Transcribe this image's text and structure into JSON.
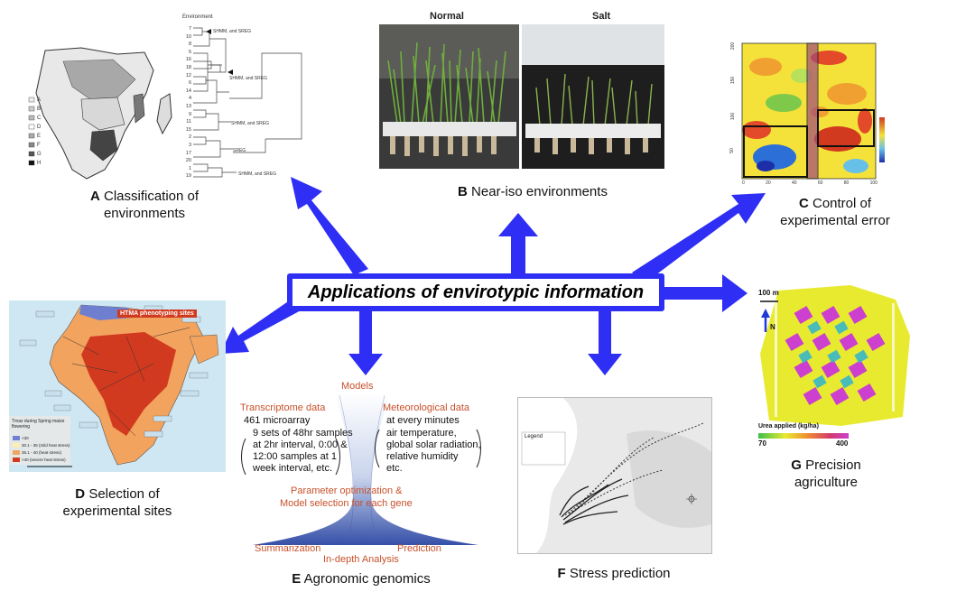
{
  "center": {
    "title": "Applications of envirotypic information"
  },
  "panels": {
    "A": {
      "letter": "A",
      "caption_line1": "Classification of",
      "caption_line2": "environments",
      "dendro_header": "Environment",
      "legend": [
        "A",
        "B",
        "C",
        "D",
        "E",
        "F",
        "G",
        "H"
      ],
      "leaf_labels": [
        "7",
        "10",
        "8",
        "5",
        "16",
        "18",
        "12",
        "6",
        "14",
        "4",
        "13",
        "9",
        "11",
        "15",
        "2",
        "3",
        "17",
        "20",
        "1",
        "19"
      ],
      "clusters": [
        "SHMM, and SREG",
        "SHMM, and SREG",
        "SHMM, and SREG",
        "SREG",
        "SHMM, and SREG"
      ]
    },
    "B": {
      "letter": "B",
      "caption": "Near-iso environments",
      "label_left": "Normal",
      "label_right": "Salt"
    },
    "C": {
      "letter": "C",
      "caption_line1": "Control of",
      "caption_line2": "experimental error",
      "y_ticks": [
        "200",
        "150",
        "100",
        "50"
      ],
      "x_ticks": [
        "0",
        "20",
        "40",
        "60",
        "80",
        "100"
      ]
    },
    "D": {
      "letter": "D",
      "caption_line1": "Selection of",
      "caption_line2": "experimental sites",
      "map_title": "HTMA phenotyping sites",
      "legend_title": "Tmax during Spring maize flowering",
      "legend_items": [
        "<30",
        "30.1 - 35 (mild heat stress)",
        "35.1 - 40 (heat stress)",
        ">40 (severe heat stress)"
      ]
    },
    "E": {
      "letter": "E",
      "caption": "Agronomic genomics",
      "models": "Models",
      "transcriptome_title": "Transcriptome data",
      "transcriptome_line1": "461 microarray",
      "transcriptome_line2": "9 sets of 48hr samples",
      "transcriptome_line3": "at 2hr interval, 0:00 &",
      "transcriptome_line4": "12:00  samples  at  1",
      "transcriptome_line5": "week interval, etc.",
      "meteo_title": "Meteorological data",
      "meteo_line1": "at every minutes",
      "meteo_line2": "air temperature,",
      "meteo_line3": "global solar radiation,",
      "meteo_line4": "relative humidity",
      "meteo_line5": "etc.",
      "param_line1": "Parameter optimization &",
      "param_line2": "Model selection for each gene",
      "summarization": "Summarization",
      "prediction": "Prediction",
      "indepth": "In-depth Analysis"
    },
    "F": {
      "letter": "F",
      "caption": "Stress prediction",
      "legend_title": "Legend"
    },
    "G": {
      "letter": "G",
      "caption_line1": "Precision",
      "caption_line2": "agriculture",
      "scale": "100 m",
      "north": "N",
      "urea_label": "Urea applied (kg/ha)",
      "urea_min": "70",
      "urea_max": "400"
    }
  },
  "colors": {
    "arrow_blue": "#2e2ef5",
    "orange_text": "#c8502a",
    "heat_red": "#d23a1f",
    "heat_orange": "#f2a35e"
  }
}
